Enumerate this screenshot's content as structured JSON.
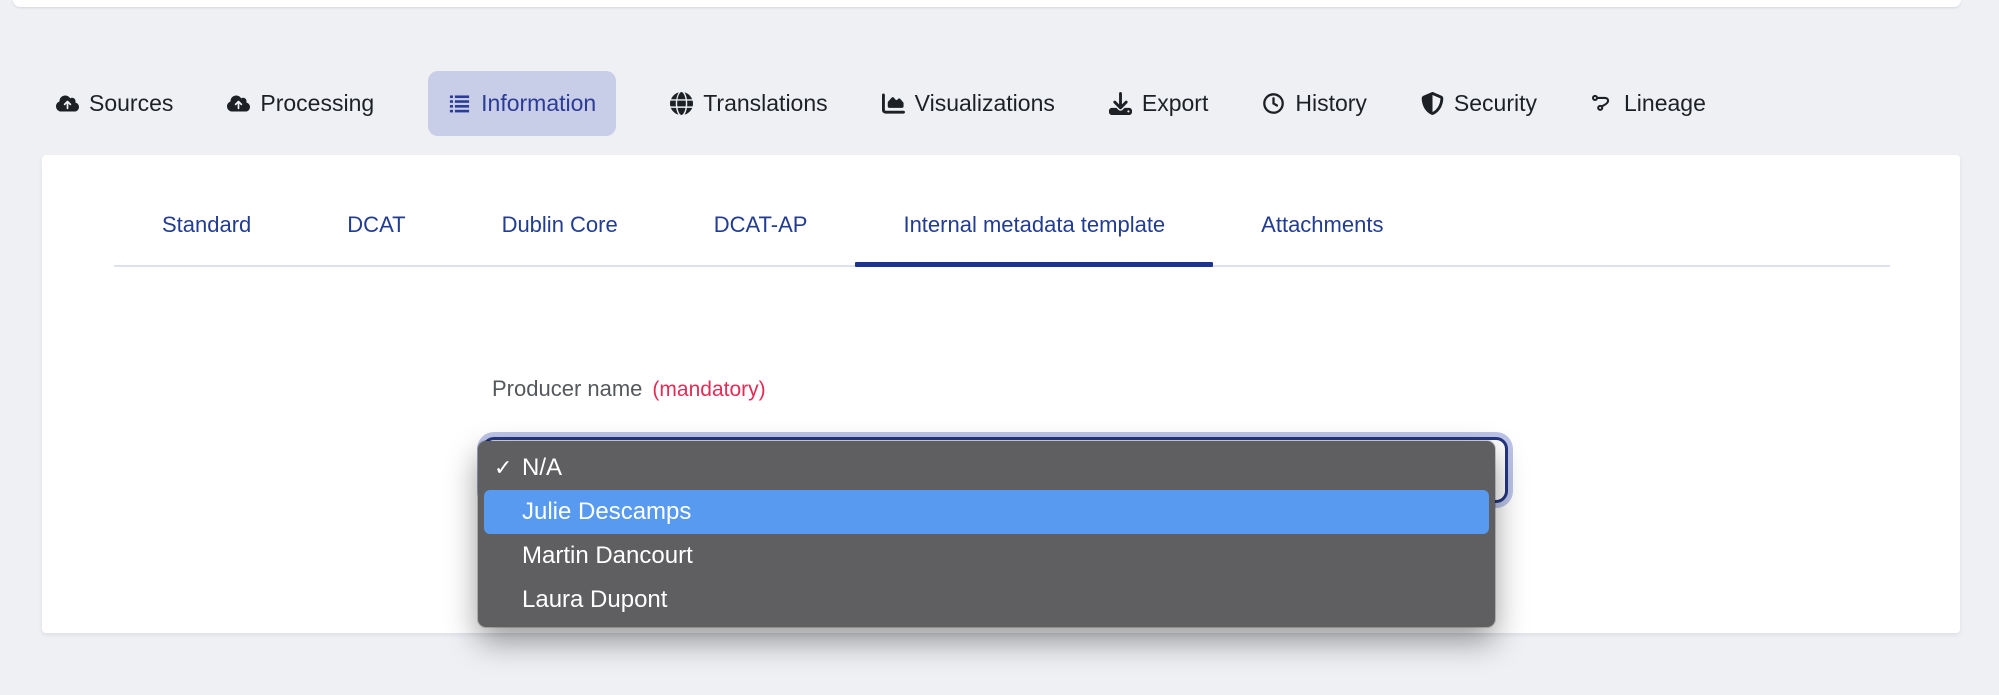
{
  "colors": {
    "page_bg": "#eef0f4",
    "card_bg": "#ffffff",
    "nav_text": "#1d2025",
    "nav_active_bg": "#c8cde8",
    "nav_active_text": "#2b3c96",
    "tab_text": "#223c91",
    "tab_active_underline": "#1c3390",
    "tab_divider": "#dde1ed",
    "label_text": "#55585c",
    "mandatory_red": "#e22c55",
    "select_border": "#24367e",
    "focus_ring": "#bcc5e9",
    "dropdown_bg": "#5f5f61",
    "dropdown_text": "#ffffff",
    "highlight_blue": "#579aef"
  },
  "nav": {
    "items": [
      {
        "label": "Sources",
        "icon": "cloud-upload-icon"
      },
      {
        "label": "Processing",
        "icon": "cloud-upload-icon"
      },
      {
        "label": "Information",
        "icon": "list-icon",
        "active": true
      },
      {
        "label": "Translations",
        "icon": "globe-icon"
      },
      {
        "label": "Visualizations",
        "icon": "area-chart-icon"
      },
      {
        "label": "Export",
        "icon": "download-icon"
      },
      {
        "label": "History",
        "icon": "clock-icon"
      },
      {
        "label": "Security",
        "icon": "shield-icon"
      },
      {
        "label": "Lineage",
        "icon": "lineage-icon"
      }
    ]
  },
  "tabs": {
    "items": [
      {
        "label": "Standard"
      },
      {
        "label": "DCAT"
      },
      {
        "label": "Dublin Core"
      },
      {
        "label": "DCAT-AP"
      },
      {
        "label": "Internal metadata template",
        "active": true
      },
      {
        "label": "Attachments"
      }
    ]
  },
  "form": {
    "producer_label": "Producer name",
    "mandatory_note": "(mandatory)",
    "select": {
      "options": [
        {
          "label": "N/A",
          "check": "✓",
          "selected": true
        },
        {
          "label": "Julie Descamps",
          "check": "",
          "highlighted": true
        },
        {
          "label": "Martin Dancourt",
          "check": ""
        },
        {
          "label": "Laura Dupont",
          "check": ""
        }
      ]
    }
  }
}
